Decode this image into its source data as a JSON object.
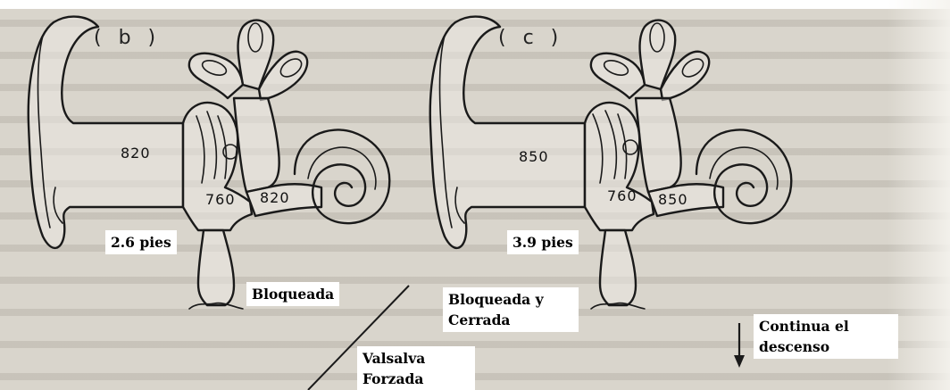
{
  "panels": [
    {
      "id": "b",
      "label": "( b )",
      "outer_ear_pressure": "820",
      "middle_ear_pressure": "760",
      "inner_ear_pressure": "820",
      "depth": "2.6 pies",
      "tube_state": "Bloqueada"
    },
    {
      "id": "c",
      "label": "( c )",
      "outer_ear_pressure": "850",
      "middle_ear_pressure": "760",
      "inner_ear_pressure": "850",
      "depth": "3.9 pies",
      "tube_state": "Bloqueada y Cerrada"
    }
  ],
  "annotations": {
    "valsalva": "Valsalva Forzada",
    "continue": "Continua el descenso"
  }
}
